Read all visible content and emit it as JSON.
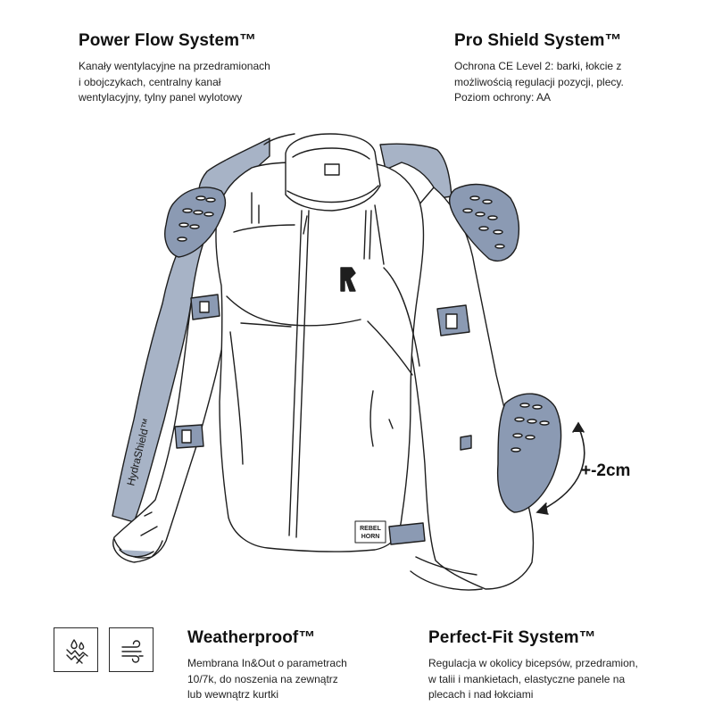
{
  "features": {
    "power_flow": {
      "title": "Power Flow System™",
      "lines": [
        "Kanały wentylacyjne na przedramionach",
        "i obojczykach, centralny kanał",
        "wentylacyjny, tylny panel wylotowy"
      ]
    },
    "pro_shield": {
      "title": "Pro Shield System™",
      "lines": [
        "Ochrona CE Level 2: barki, łokcie z",
        "możliwością regulacji pozycji, plecy.",
        "Poziom ochrony: AA"
      ]
    },
    "weatherproof": {
      "title": "Weatherproof™",
      "lines": [
        "Membrana In&Out o parametrach",
        "10/7k, do noszenia na zewnątrz",
        "lub wewnątrz kurtki"
      ]
    },
    "perfect_fit": {
      "title": "Perfect-Fit System™",
      "lines": [
        "Regulacja w okolicy bicepsów, przedramion,",
        "w talii i mankietach, elastyczne panele na",
        "plecach i nad łokciami"
      ]
    }
  },
  "illustration": {
    "back_label": "HydraShield™",
    "brand_label_1": "REBEL",
    "brand_label_2": "HORN",
    "adjustment_label": "+-2cm"
  },
  "icons": [
    "waterproof-drops-icon",
    "windproof-icon"
  ],
  "colors": {
    "protector_fill": "#8b9ab3",
    "back_panel_fill": "#a7b3c6",
    "outline": "#1e1e1e",
    "text": "#111111"
  }
}
